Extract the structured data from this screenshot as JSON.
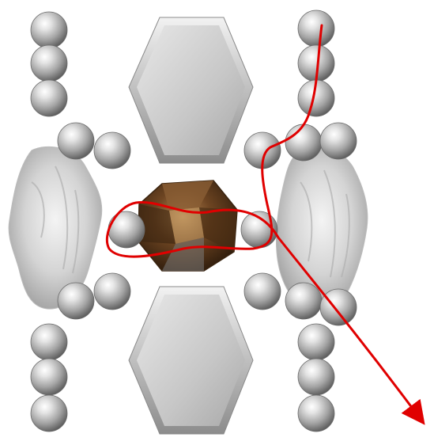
{
  "diagram": {
    "description_kind": "schematic",
    "colors": {
      "background": "#ffffff",
      "sphere": "#a8a8a8",
      "sphere_highlight": "#f5f5f5",
      "sphere_shadow": "#5c5c5c",
      "hexagon_face": "#cfcfcf",
      "hexagon_edge": "#9a9a9a",
      "crystal": "#5a3a1c",
      "crystal_highlight": "#c8a070",
      "fossil": "#d6d6d6",
      "path_line": "#e00000"
    },
    "elements": {
      "spheres": "sphere-chain",
      "hexagons": "hexagon-plate",
      "crystal": "central-crystal",
      "fossils": "rock-fragment",
      "path": "red-path-arrow"
    }
  }
}
